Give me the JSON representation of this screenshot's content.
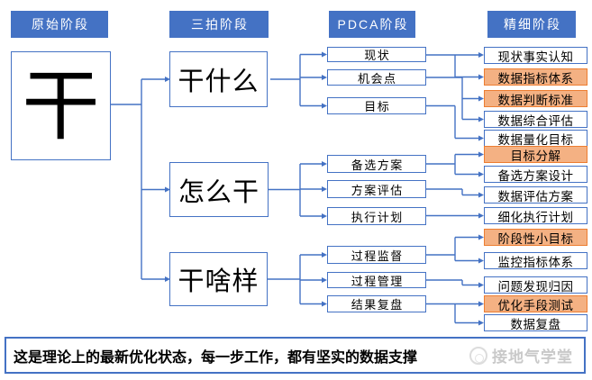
{
  "colors": {
    "header_bg": "#4472C4",
    "box_border": "#4472C4",
    "connector": "#4472C4",
    "highlight_bg": "#F4B183",
    "highlight_border": "#ED7D31",
    "footer_border": "#4472C4",
    "watermark_color": "#C9C9C9"
  },
  "headers": [
    {
      "label": "原始阶段"
    },
    {
      "label": "三拍阶段"
    },
    {
      "label": "PDCA阶段"
    },
    {
      "label": "精细阶段"
    }
  ],
  "original_stage": {
    "label": "干"
  },
  "three_shot_stage": [
    {
      "label": "干什么"
    },
    {
      "label": "怎么干"
    },
    {
      "label": "干啥样"
    }
  ],
  "pdca_stage": [
    {
      "label": "现状"
    },
    {
      "label": "机会点"
    },
    {
      "label": "目标"
    },
    {
      "label": "备选方案"
    },
    {
      "label": "方案评估"
    },
    {
      "label": "执行计划"
    },
    {
      "label": "过程监督"
    },
    {
      "label": "过程管理"
    },
    {
      "label": "结果复盘"
    }
  ],
  "fine_stage": [
    {
      "label": "现状事实认知",
      "highlighted": false
    },
    {
      "label": "数据指标体系",
      "highlighted": true
    },
    {
      "label": "数据判断标准",
      "highlighted": true
    },
    {
      "label": "数据综合评估",
      "highlighted": false
    },
    {
      "label": "数据量化目标",
      "highlighted": false
    },
    {
      "label": "目标分解",
      "highlighted": true
    },
    {
      "label": "备选方案设计",
      "highlighted": false
    },
    {
      "label": "数据评估方案",
      "highlighted": false
    },
    {
      "label": "细化执行计划",
      "highlighted": false
    },
    {
      "label": "阶段性小目标",
      "highlighted": true
    },
    {
      "label": "监控指标体系",
      "highlighted": false
    },
    {
      "label": "问题发现归因",
      "highlighted": false
    },
    {
      "label": "优化手段测试",
      "highlighted": true
    },
    {
      "label": "数据复盘",
      "highlighted": false
    }
  ],
  "footer": {
    "text": "这是理论上的最新优化状态，每一步工作，都有坚实的数据支撑"
  },
  "watermark": {
    "text": "接地气学堂"
  }
}
